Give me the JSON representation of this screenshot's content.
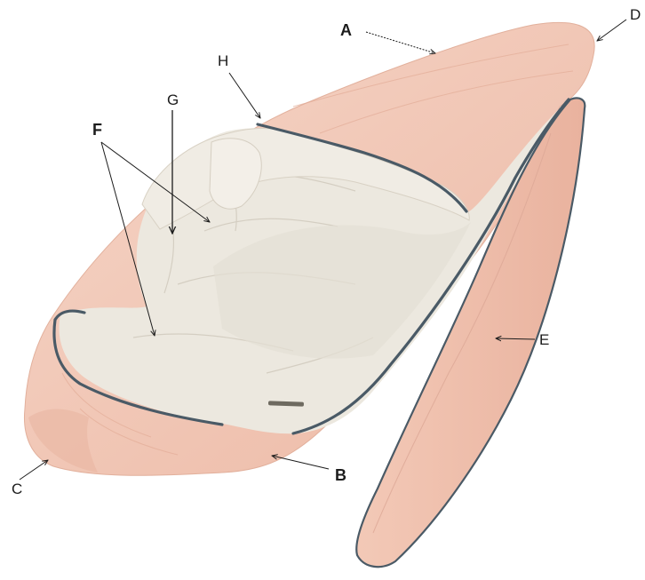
{
  "colors": {
    "background": "#ffffff",
    "shell": "#f1c4b0",
    "shell_light": "#f6d6c8",
    "shell_shadow": "#dca896",
    "lining": "#ece8df",
    "lining_shadow": "#d6d0c4",
    "edge_trim": "#4a5a66",
    "label": "#1c1c1c"
  },
  "labels": {
    "A": "A",
    "B": "B",
    "C": "C",
    "D": "D",
    "E": "E",
    "F": "F",
    "G": "G",
    "H": "H"
  }
}
